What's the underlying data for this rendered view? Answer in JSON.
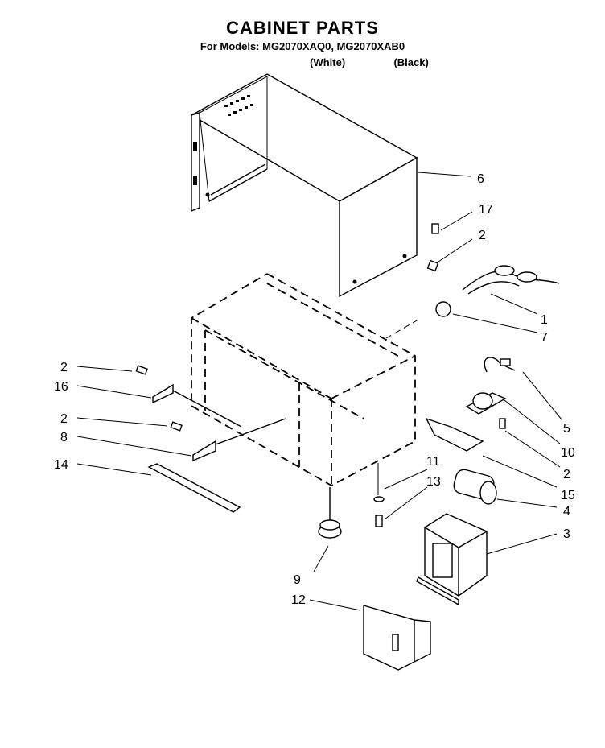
{
  "header": {
    "title": "CABINET PARTS",
    "models_line": "For Models: MG2070XAQ0, MG2070XAB0",
    "variant_white": "(White)",
    "variant_black": "(Black)"
  },
  "callouts": {
    "c1": "1",
    "c2a": "2",
    "c2b": "2",
    "c2c": "2",
    "c2d": "2",
    "c3": "3",
    "c4": "4",
    "c5": "5",
    "c6": "6",
    "c7": "7",
    "c8": "8",
    "c9": "9",
    "c10": "10",
    "c11": "11",
    "c12": "12",
    "c13": "13",
    "c14": "14",
    "c15": "15",
    "c16": "16",
    "c17": "17"
  }
}
